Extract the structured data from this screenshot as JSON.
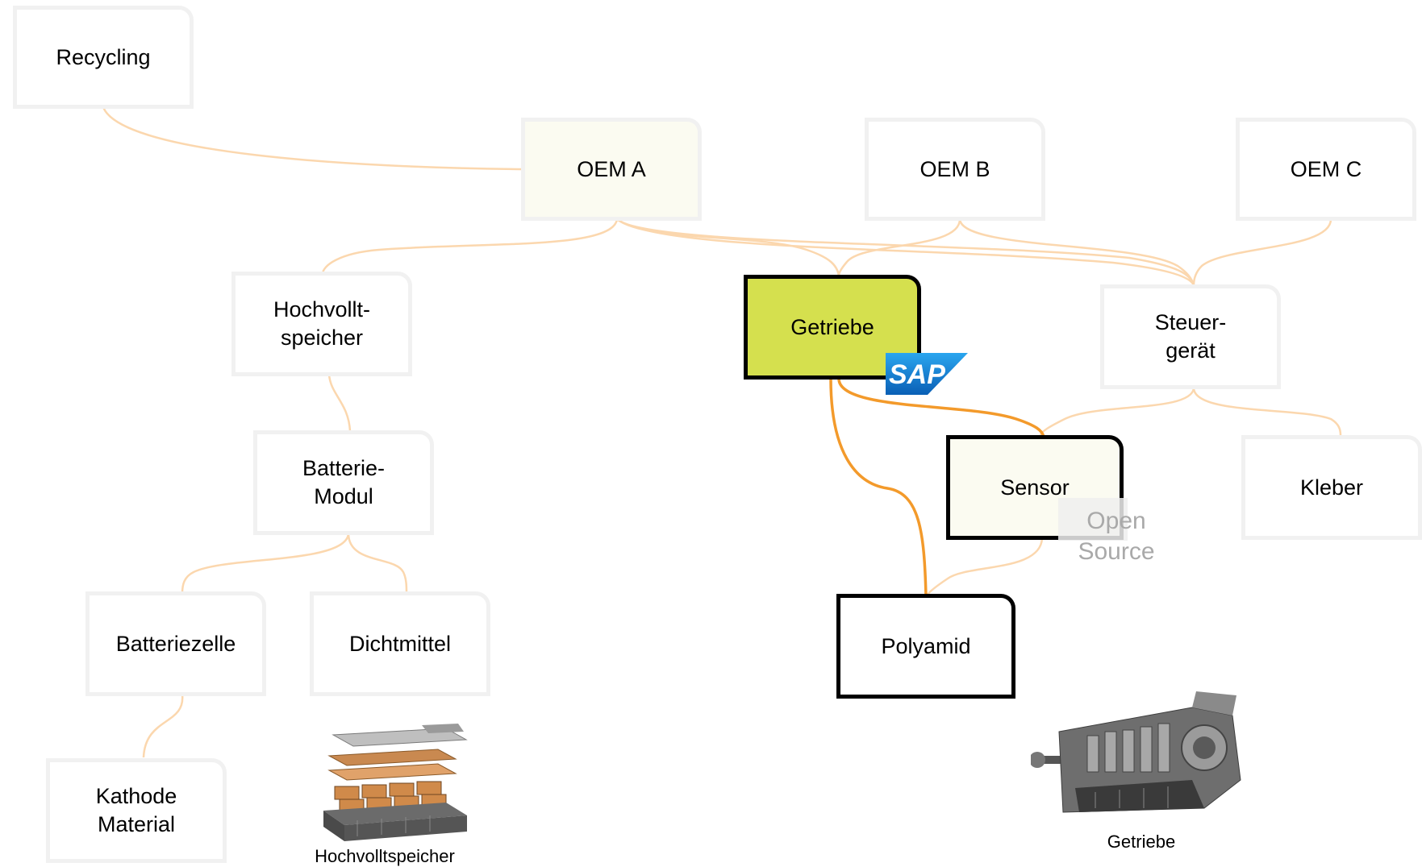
{
  "nodes": [
    {
      "id": "recycling",
      "label": "Recycling"
    },
    {
      "id": "oem_a",
      "label": "OEM A"
    },
    {
      "id": "oem_b",
      "label": "OEM B"
    },
    {
      "id": "oem_c",
      "label": "OEM C"
    },
    {
      "id": "hochvoltspeicher",
      "label": "Hochvollt-\nspeicher"
    },
    {
      "id": "getriebe",
      "label": "Getriebe"
    },
    {
      "id": "steuergeraet",
      "label": "Steuer-\ngerät"
    },
    {
      "id": "batteriemodul",
      "label": "Batterie-\nModul"
    },
    {
      "id": "sensor",
      "label": "Sensor"
    },
    {
      "id": "kleber",
      "label": "Kleber"
    },
    {
      "id": "batteriezelle",
      "label": "Batteriezelle"
    },
    {
      "id": "dichtmittel",
      "label": "Dichtmittel"
    },
    {
      "id": "polyamid",
      "label": "Polyamid"
    },
    {
      "id": "kathode",
      "label": "Kathode\nMaterial"
    }
  ],
  "edges": [
    {
      "from": "recycling",
      "to": "oem_a",
      "highlight": false
    },
    {
      "from": "oem_a",
      "to": "hochvoltspeicher",
      "highlight": false
    },
    {
      "from": "oem_a",
      "to": "getriebe",
      "highlight": false
    },
    {
      "from": "oem_a",
      "to": "steuergeraet",
      "highlight": false
    },
    {
      "from": "oem_b",
      "to": "getriebe",
      "highlight": false
    },
    {
      "from": "oem_b",
      "to": "steuergeraet",
      "highlight": false
    },
    {
      "from": "oem_c",
      "to": "steuergeraet",
      "highlight": false
    },
    {
      "from": "hochvoltspeicher",
      "to": "batteriemodul",
      "highlight": false
    },
    {
      "from": "batteriemodul",
      "to": "batteriezelle",
      "highlight": false
    },
    {
      "from": "batteriemodul",
      "to": "dichtmittel",
      "highlight": false
    },
    {
      "from": "batteriezelle",
      "to": "kathode",
      "highlight": false
    },
    {
      "from": "steuergeraet",
      "to": "sensor",
      "highlight": false
    },
    {
      "from": "steuergeraet",
      "to": "kleber",
      "highlight": false
    },
    {
      "from": "sensor",
      "to": "polyamid",
      "highlight": false
    },
    {
      "from": "getriebe",
      "to": "sensor",
      "highlight": true
    },
    {
      "from": "getriebe",
      "to": "polyamid",
      "highlight": true
    }
  ],
  "badges": {
    "sap_text": "SAP",
    "open_source": "Open\nSource"
  },
  "captions": {
    "battery_photo": "Hochvolltspeicher",
    "gearbox_photo": "Getriebe"
  },
  "colors": {
    "edge_light": "#fbd7ae",
    "edge_highlight": "#f39a2b",
    "selected_fill": "#d5e04e",
    "sap_blue": "#1a73c9"
  }
}
